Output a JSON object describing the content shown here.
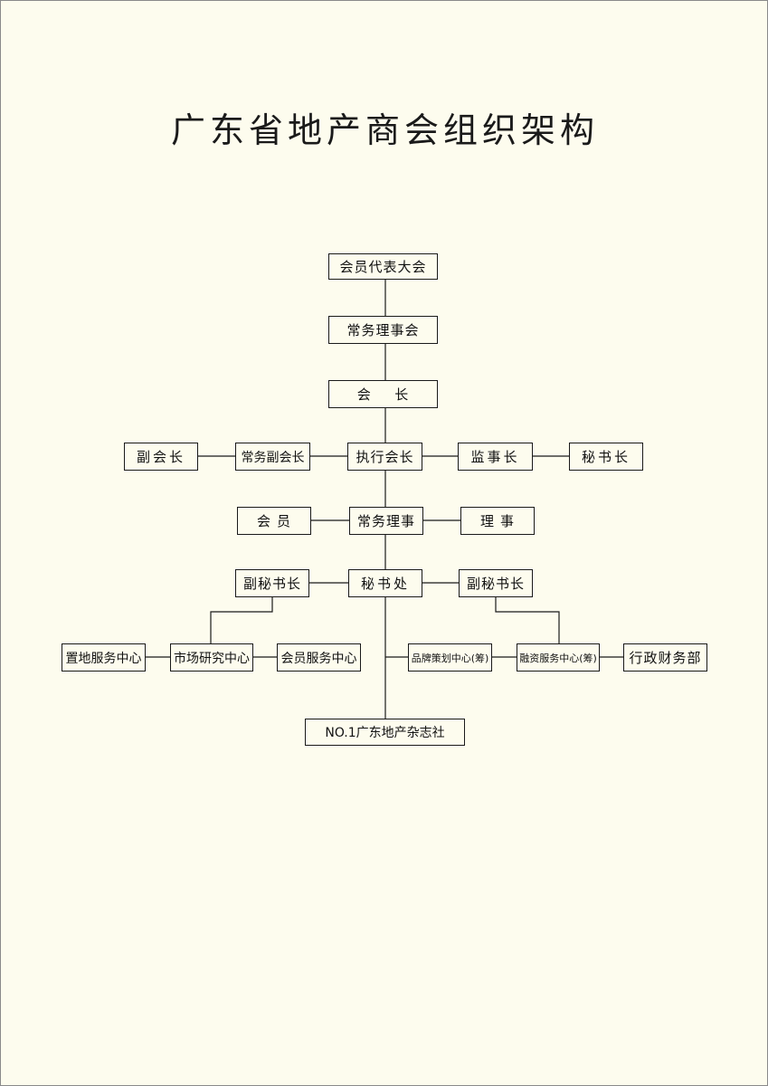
{
  "title": "广东省地产商会组织架构",
  "nodes": {
    "general_assembly": "会员代表大会",
    "standing_council": "常务理事会",
    "president": [
      "会",
      "长"
    ],
    "vice_president": "副会长",
    "standing_vice_president": "常务副会长",
    "executive_president": "执行会长",
    "supervisor": "监事长",
    "secretary_general": "秘书长",
    "member": [
      "会",
      "员"
    ],
    "standing_director": "常务理事",
    "director": [
      "理",
      "事"
    ],
    "deputy_secretary_general_left": "副秘书长",
    "secretariat": "秘书处",
    "deputy_secretary_general_right": "副秘书长",
    "property_service_center": "置地服务中心",
    "market_research_center": "市场研究中心",
    "member_service_center": "会员服务中心",
    "brand_planning_center": "品牌策划中心(筹)",
    "financing_service_center": "融资服务中心(筹)",
    "admin_finance_dept": "行政财务部",
    "magazine": "NO.1广东地产杂志社"
  }
}
